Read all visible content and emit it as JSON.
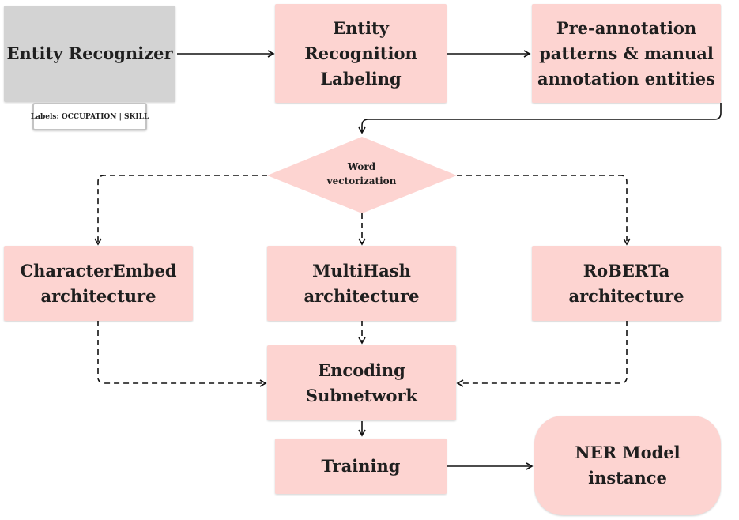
{
  "nodes": {
    "entity_recognizer": "Entity Recognizer",
    "labels_tag": "Labels: OCCUPATION | SKILL",
    "entity_recognition_labeling": [
      "Entity",
      "Recognition",
      "Labeling"
    ],
    "pre_annotation": [
      "Pre-annotation",
      "patterns & manual",
      "annotation entities"
    ],
    "word_vectorization": [
      "Word",
      "vectorization"
    ],
    "character_embed": [
      "CharacterEmbed",
      "architecture"
    ],
    "multihash": [
      "MultiHash",
      "architecture"
    ],
    "roberta": [
      "RoBERTa",
      "architecture"
    ],
    "encoding_subnetwork": [
      "Encoding",
      "Subnetwork"
    ],
    "training": "Training",
    "ner_model": [
      "NER Model",
      "instance"
    ]
  },
  "colors": {
    "pink_box": "#fdd4d1",
    "gray_box": "#d3d3d3",
    "arrow": "#111111"
  }
}
